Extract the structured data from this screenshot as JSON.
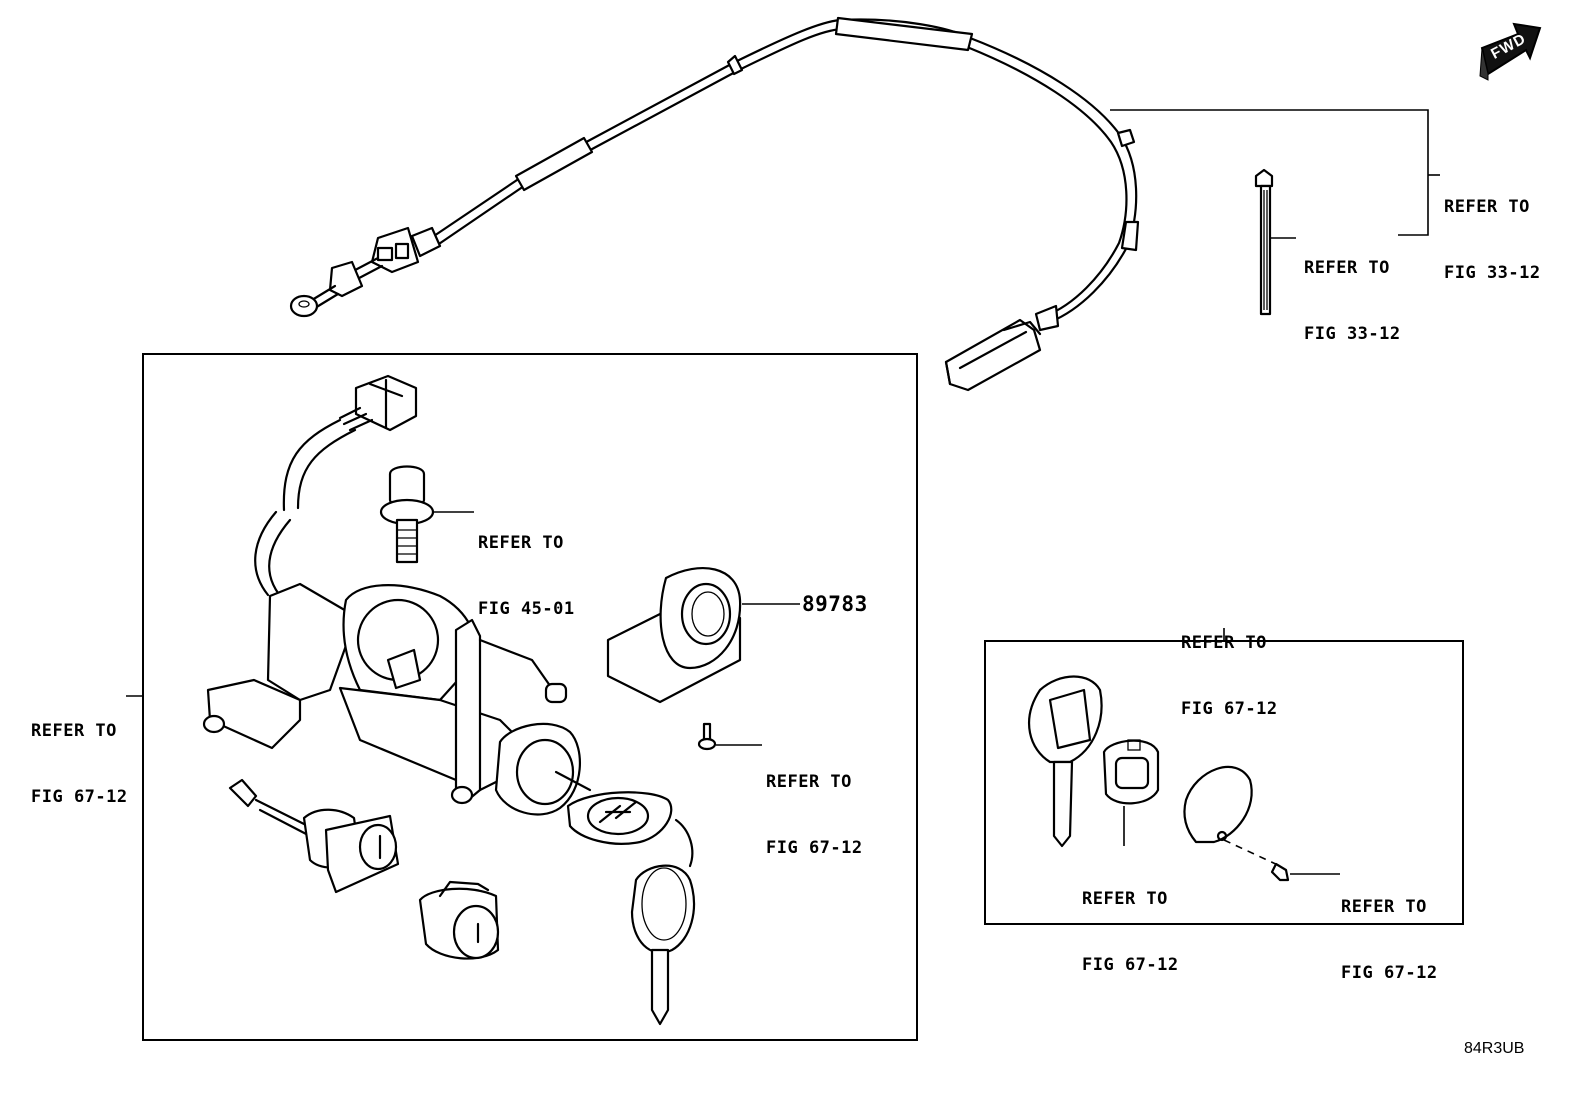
{
  "diagram": {
    "type": "exploded-parts-diagram",
    "subject": "Ignition switch, key cylinders, keys and cable assembly",
    "fwd_indicator": "FWD",
    "figure_code": "84R3UB",
    "labels": {
      "cable_ref_outer": {
        "line1": "REFER TO",
        "line2": "FIG 33-12"
      },
      "cable_ref_inner": {
        "line1": "REFER TO",
        "line2": "FIG 33-12"
      },
      "assembly_ref": {
        "line1": "REFER TO",
        "line2": "FIG 67-12"
      },
      "bolt_ref": {
        "line1": "REFER TO",
        "line2": "FIG 45-01"
      },
      "part_number": "89783",
      "screw_ref": {
        "line1": "REFER TO",
        "line2": "FIG 67-12"
      },
      "key_group_ref": {
        "line1": "REFER TO",
        "line2": "FIG 67-12"
      },
      "transponder_ref": {
        "line1": "REFER TO",
        "line2": "FIG 67-12"
      },
      "cover_screw_ref": {
        "line1": "REFER TO",
        "line2": "FIG 67-12"
      }
    },
    "parts": [
      "shift-lock-cable",
      "cable-tie-clip",
      "ignition-switch-housing",
      "steering-lock-bolt",
      "transponder-coil-89783",
      "small-screw",
      "door-lock-cylinder",
      "glove-box-lock-cylinder",
      "remote-key",
      "master-key",
      "transponder-chip",
      "key-cover",
      "cover-screw"
    ]
  }
}
